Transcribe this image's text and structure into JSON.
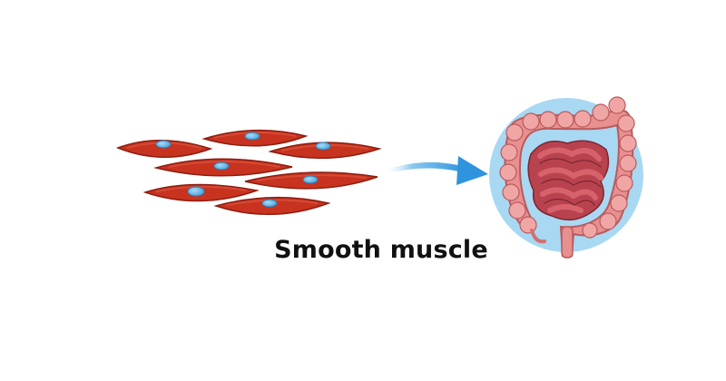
{
  "caption": "Smooth muscle",
  "colors": {
    "cell_fill": "#c8331f",
    "cell_edge": "#8e1d10",
    "nucleus_fill": "#5fb4e4",
    "nucleus_edge": "#2d7cb5",
    "arrow": "#2f94dd",
    "organ_backdrop": "#a9d8f2",
    "colon": "#e88f8f",
    "small_intestine": "#b8434f",
    "caption": "#111111"
  },
  "icons": {
    "cells": "smooth-muscle-cell-cluster",
    "arrow": "curved-arrow-right",
    "organ": "intestines-organ"
  }
}
